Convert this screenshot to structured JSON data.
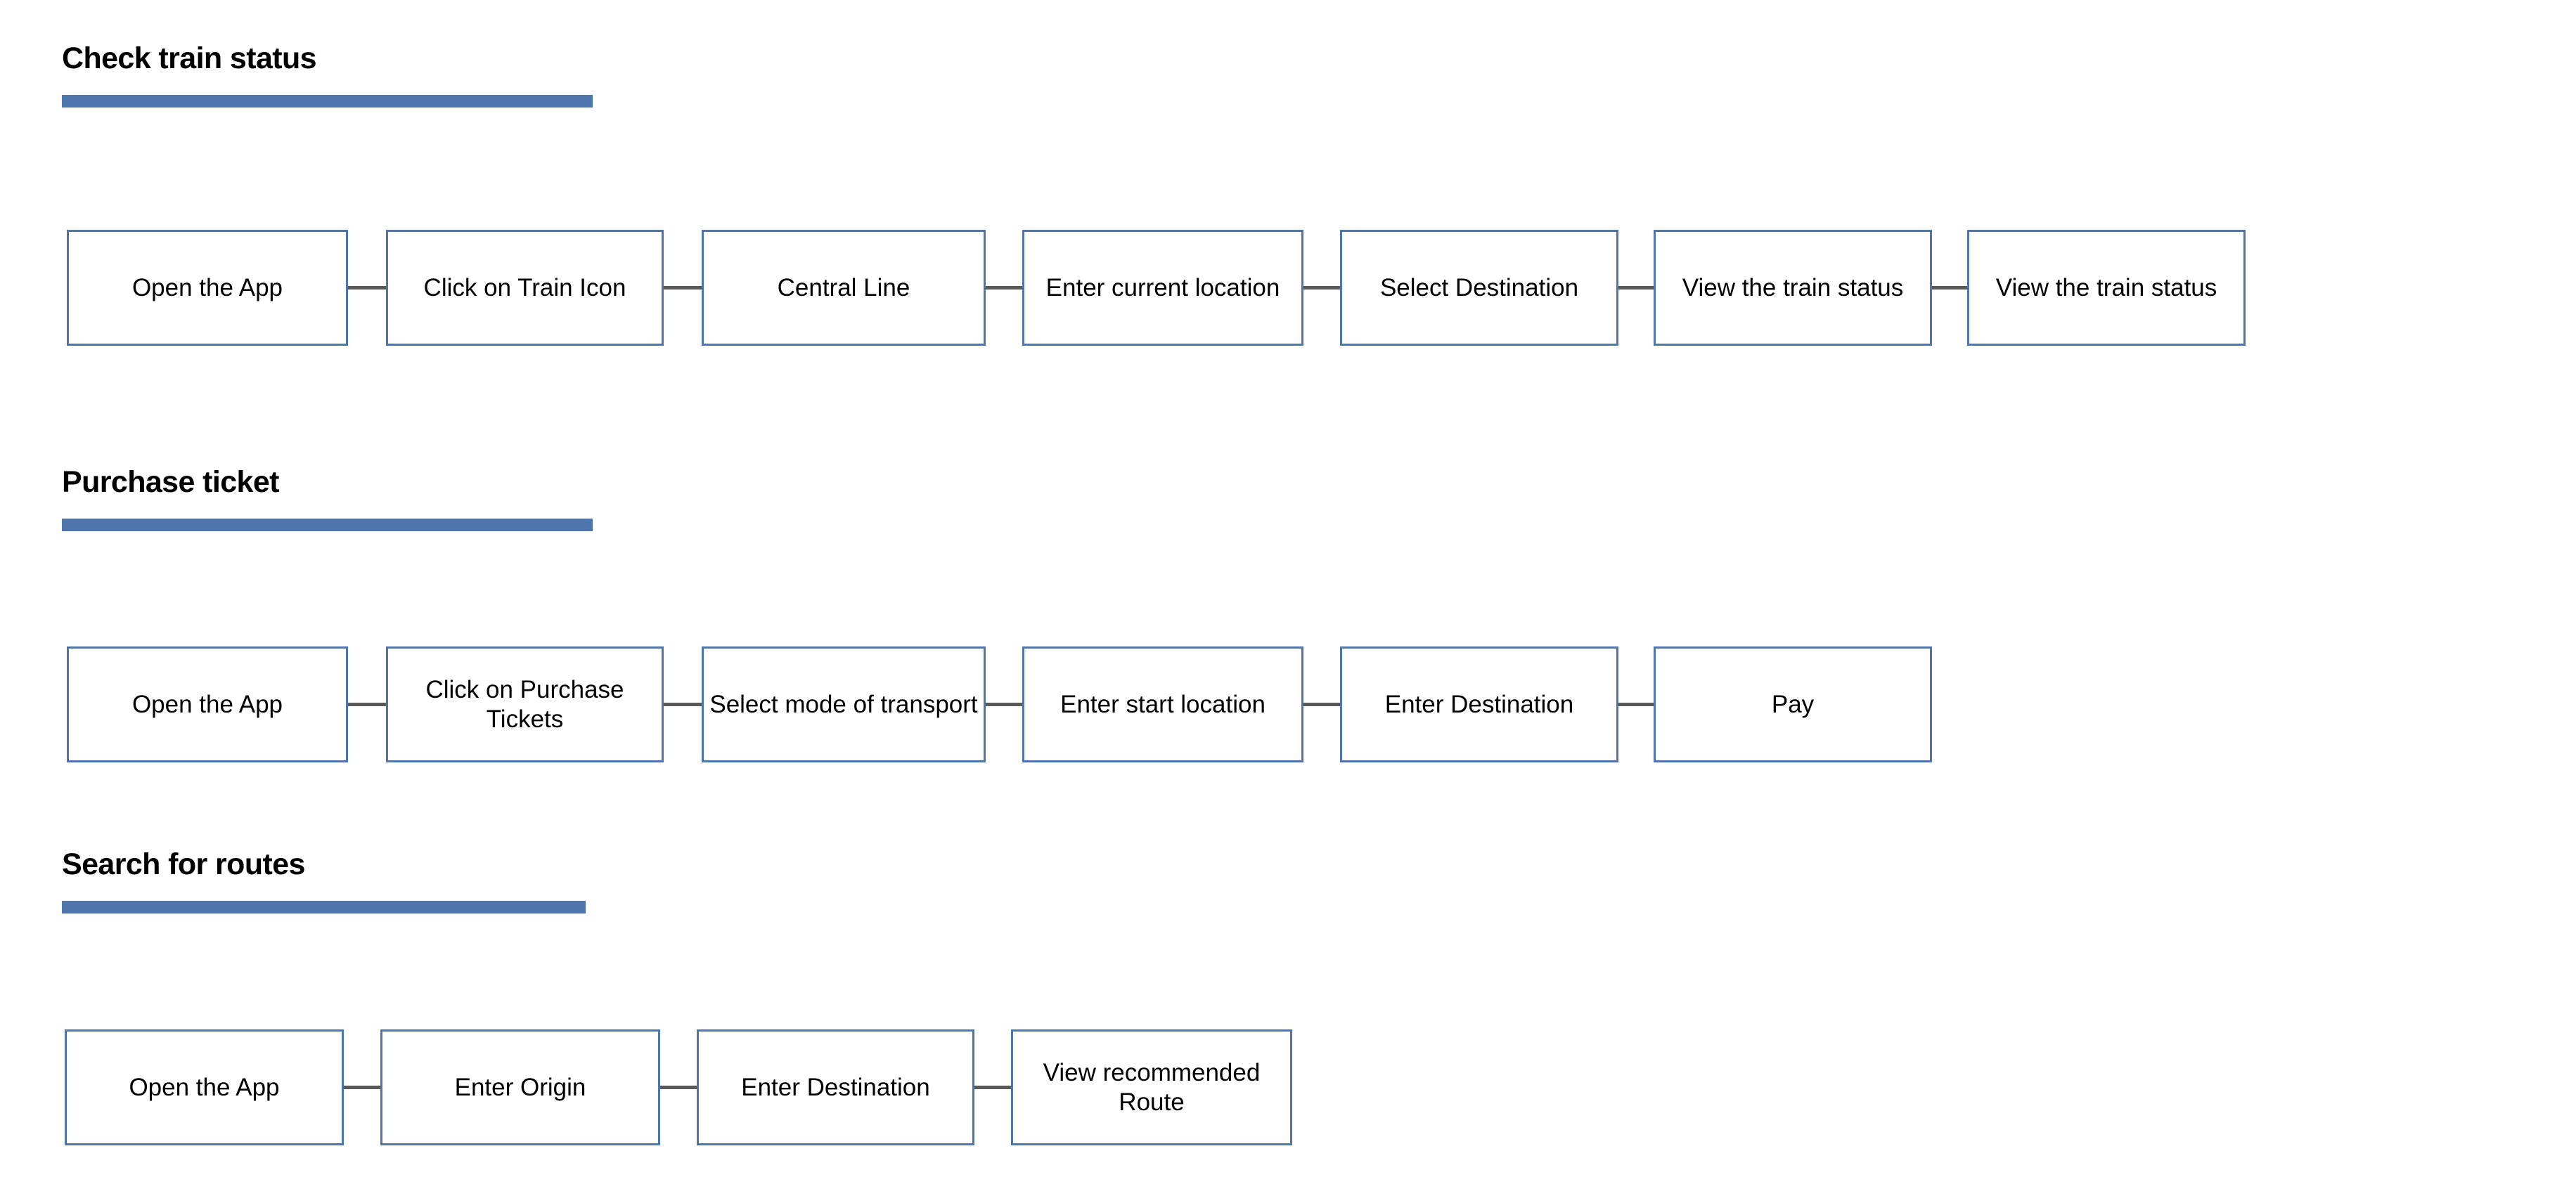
{
  "page": {
    "background_color": "#ffffff",
    "accent_color": "#4F76AC",
    "connector_color": "#595959",
    "text_color": "#000000"
  },
  "sections": [
    {
      "heading": "Check train status",
      "nodes": [
        "Open the App",
        "Click on Train Icon",
        "Central Line",
        "Enter current location",
        "Select Destination",
        "View the train status",
        "View the train status"
      ]
    },
    {
      "heading": "Purchase ticket",
      "nodes": [
        "Open the App",
        "Click on Purchase Tickets",
        "Select mode of transport",
        "Enter start location",
        "Enter Destination",
        "Pay"
      ]
    },
    {
      "heading": "Search for routes",
      "nodes": [
        "Open the App",
        "Enter Origin",
        "Enter Destination",
        "View recommended Route"
      ]
    }
  ]
}
